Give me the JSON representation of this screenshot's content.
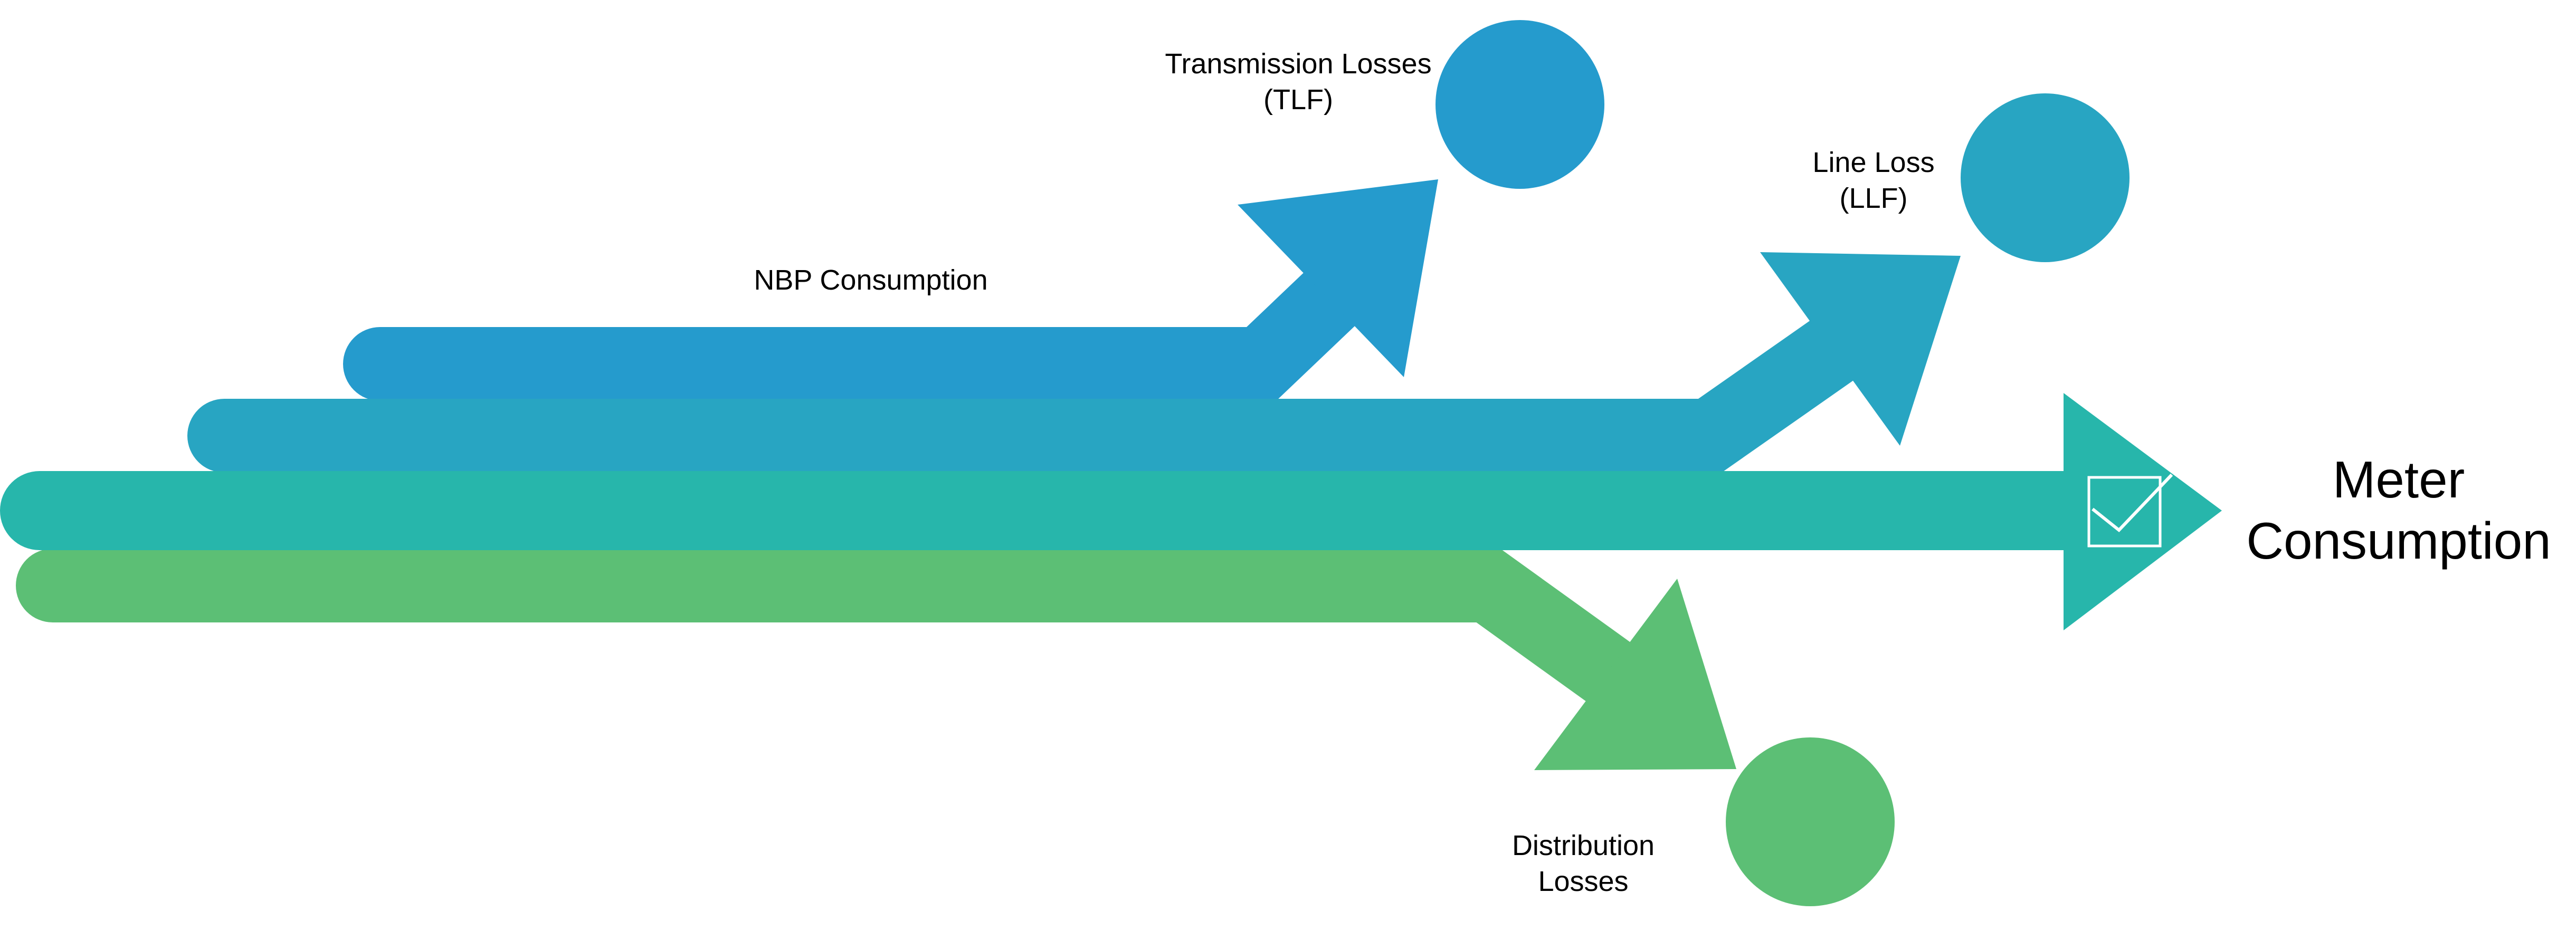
{
  "colors": {
    "nbp": "#259bcd",
    "line_loss": "#28a5c2",
    "meter": "#27b6ab",
    "distribution": "#5cbf75",
    "background": "#ffffff",
    "check_stroke": "#ffffff"
  },
  "labels": {
    "nbp_consumption": "NBP Consumption",
    "transmission_losses_line1": "Transmission Losses",
    "transmission_losses_line2": "(TLF)",
    "line_loss_line1": "Line Loss",
    "line_loss_line2": "(LLF)",
    "meter_consumption_line1": "Meter",
    "meter_consumption_line2": "Consumption",
    "distribution_losses_line1": "Distribution",
    "distribution_losses_line2": "Losses"
  },
  "icons": {
    "meter_arrow_icon": "checkbox-checkmark-icon"
  }
}
